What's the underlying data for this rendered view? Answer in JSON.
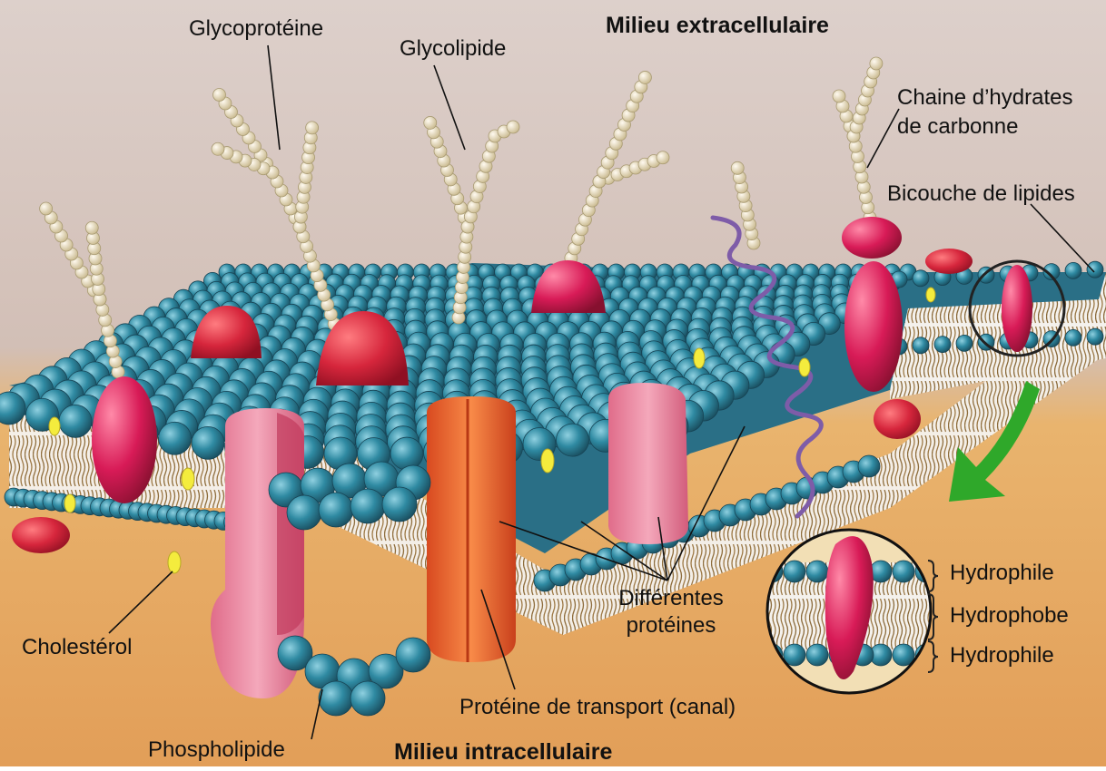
{
  "labels": {
    "extracellular": "Milieu extracellulaire",
    "intracellular": "Milieu intracellulaire",
    "glycoprotein": "Glycoprotéine",
    "glycolipid": "Glycolipide",
    "carb_chain_line1": "Chaine d’hydrates",
    "carb_chain_line2": "de carbonne",
    "lipid_bilayer": "Bicouche de lipides",
    "cholesterol": "Cholestérol",
    "phospholipid": "Phospholipide",
    "transport_protein": "Protéine de transport (canal)",
    "proteins_line1": "Différentes",
    "proteins_line2": "protéines",
    "hydrophilic_top": "Hydrophile",
    "hydrophobic": "Hydrophobe",
    "hydrophilic_bottom": "Hydrophile"
  },
  "colors": {
    "background_top": "#d8c7bf",
    "background_bottom": "#e7a663",
    "phospholipid_head": "#2f7f95",
    "protein_red": "#d5283f",
    "protein_pink": "#e87d99",
    "protein_orange": "#ec6a2e",
    "carbohydrate": "#efe2c0",
    "cholesterol": "#f5ea3a",
    "arrow_green": "#2fa82a",
    "helix_purple": "#7e5ca8"
  }
}
